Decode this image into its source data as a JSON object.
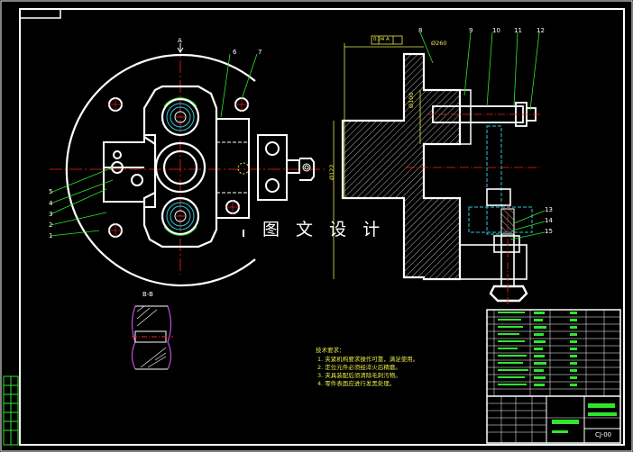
{
  "watermark": "图 文 设 计",
  "part_labels": {
    "left": [
      "1",
      "2",
      "3",
      "4",
      "5"
    ],
    "top_left": [
      "6",
      "7"
    ],
    "top_right": [
      "8",
      "9",
      "10",
      "11",
      "12"
    ],
    "right": [
      "13",
      "14",
      "15"
    ]
  },
  "section_label": "B-B",
  "view_label": "A",
  "dimensions": {
    "d1": "Ø260",
    "d2": "Ø100",
    "d3": "Ø122"
  },
  "tolerance_box": "0.04 A",
  "technical_requirements": {
    "title": "技术要求：",
    "items": [
      "1.  夹紧机构要求操作可靠，满足使用。",
      "2.  定位元件必须经淬火后精磨。",
      "3.  夹具装配后须清除毛刺污物。",
      "4.  零件表面应进行发黑处理。"
    ]
  },
  "title_block": {
    "drawing_number": "CJ-00"
  },
  "colors": {
    "background": "#000000",
    "outline": "#ffffff",
    "centerline": "#ff2020",
    "leader": "#2ee62e",
    "hidden": "#30c8d8",
    "dimension": "#e8e84a",
    "section": "#c050e0"
  }
}
